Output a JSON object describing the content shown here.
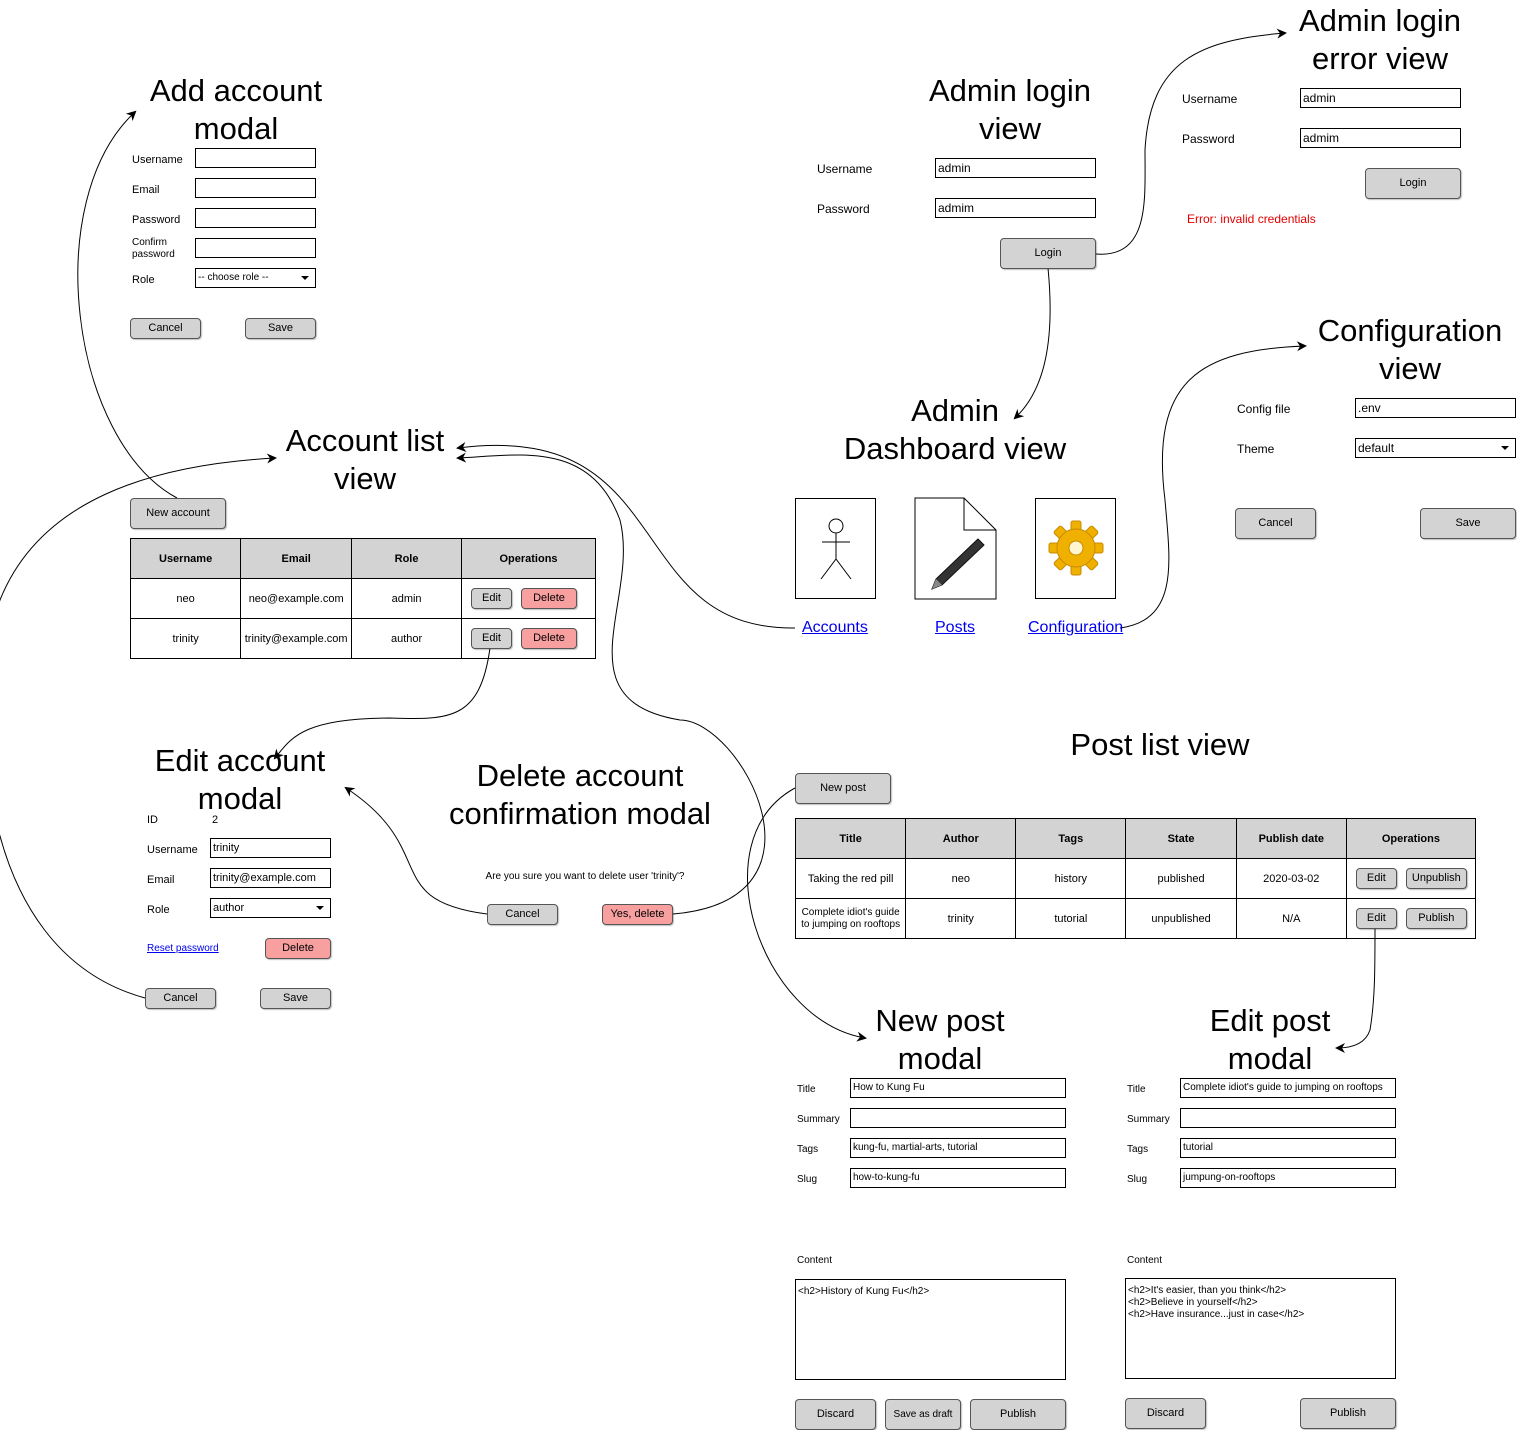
{
  "add_account_modal": {
    "title": "Add  account modal",
    "username_label": "Username",
    "email_label": "Email",
    "password_label": "Password",
    "confirm_password_label": "Confirm password",
    "role_label": "Role",
    "role_value": "-- choose role --",
    "cancel": "Cancel",
    "save": "Save"
  },
  "account_list_view": {
    "title": "Account list view",
    "new_account": "New account",
    "columns": [
      "Username",
      "Email",
      "Role",
      "Operations"
    ],
    "rows": [
      {
        "username": "neo",
        "email": "neo@example.com",
        "role": "admin",
        "edit": "Edit",
        "delete": "Delete"
      },
      {
        "username": "trinity",
        "email": "trinity@example.com",
        "role": "author",
        "edit": "Edit",
        "delete": "Delete"
      }
    ]
  },
  "edit_account_modal": {
    "title": "Edit account modal",
    "id_label": "ID",
    "id_value": "2",
    "username_label": "Username",
    "username_value": "trinity",
    "email_label": "Email",
    "email_value": "trinity@example.com",
    "role_label": "Role",
    "role_value": "author",
    "reset_password": "Reset password",
    "delete": "Delete",
    "cancel": "Cancel",
    "save": "Save"
  },
  "delete_account_modal": {
    "title": "Delete account confirmation modal",
    "message": "Are you sure you want to delete user 'trinity'?",
    "cancel": "Cancel",
    "confirm": "Yes, delete"
  },
  "admin_login_view": {
    "title": "Admin login view",
    "username_label": "Username",
    "username_value": "admin",
    "password_label": "Password",
    "password_value": "admim",
    "login": "Login"
  },
  "admin_login_error_view": {
    "title": "Admin login error view",
    "username_label": "Username",
    "username_value": "admin",
    "password_label": "Password",
    "password_value": "admim",
    "login": "Login",
    "error": "Error: invalid credentials"
  },
  "configuration_view": {
    "title": "Configuration view",
    "config_file_label": "Config file",
    "config_file_value": ".env",
    "theme_label": "Theme",
    "theme_value": "default",
    "cancel": "Cancel",
    "save": "Save"
  },
  "admin_dashboard_view": {
    "title": "Admin Dashboard view",
    "accounts": "Accounts",
    "posts": "Posts",
    "configuration": "Configuration"
  },
  "post_list_view": {
    "title": "Post list view",
    "new_post": "New post",
    "columns": [
      "Title",
      "Author",
      "Tags",
      "State",
      "Publish date",
      "Operations"
    ],
    "rows": [
      {
        "title": "Taking the red pill",
        "author": "neo",
        "tags": "history",
        "state": "published",
        "date": "2020-03-02",
        "edit": "Edit",
        "action": "Unpublish"
      },
      {
        "title": "Complete idiot's guide to jumping on rooftops",
        "author": "trinity",
        "tags": "tutorial",
        "state": "unpublished",
        "date": "N/A",
        "edit": "Edit",
        "action": "Publish"
      }
    ]
  },
  "new_post_modal": {
    "title": "New post modal",
    "title_label": "Title",
    "title_value": "How to Kung Fu",
    "summary_label": "Summary",
    "summary_value": "",
    "tags_label": "Tags",
    "tags_value": "kung-fu, martial-arts, tutorial",
    "slug_label": "Slug",
    "slug_value": "how-to-kung-fu",
    "content_label": "Content",
    "content_value": "<h2>History of Kung Fu</h2>",
    "discard": "Discard",
    "save_draft": "Save as draft",
    "publish": "Publish"
  },
  "edit_post_modal": {
    "title": "Edit post modal",
    "title_label": "Title",
    "title_value": "Complete idiot's guide to jumping on rooftops",
    "summary_label": "Summary",
    "summary_value": "",
    "tags_label": "Tags",
    "tags_value": "tutorial",
    "slug_label": "Slug",
    "slug_value": "jumpung-on-rooftops",
    "content_label": "Content",
    "content_value": "<h2>It's easier, than you think</h2>\n<h2>Believe in yourself</h2>\n<h2>Have insurance...just in case</h2>",
    "discard": "Discard",
    "publish": "Publish"
  },
  "colors": {
    "button": "#d3d3d3",
    "danger_button": "#f8a0a0",
    "link": "#0000ee",
    "error": "#e00000"
  },
  "icons": [
    "stick-figure-icon",
    "document-pencil-icon",
    "gear-icon"
  ]
}
